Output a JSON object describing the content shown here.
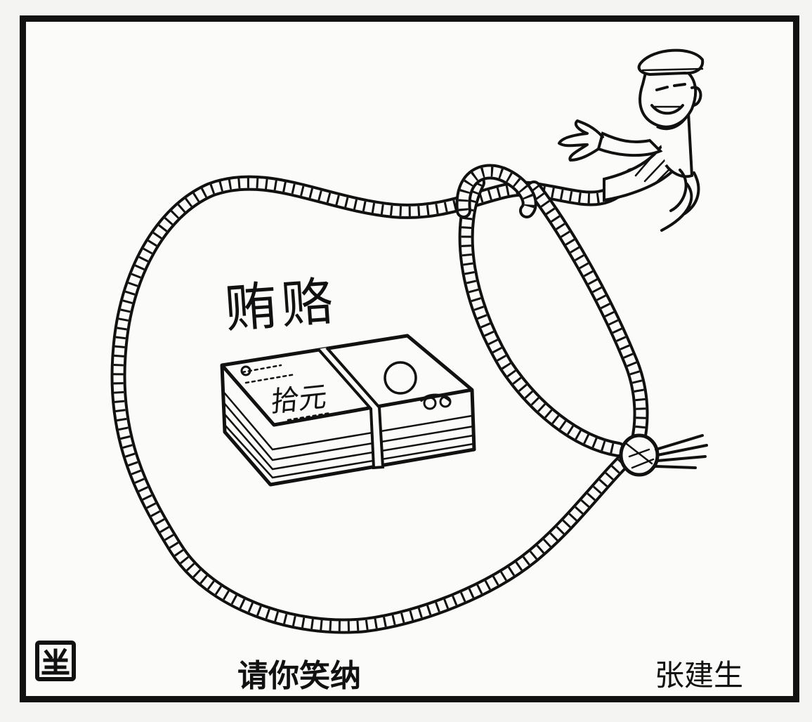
{
  "cartoon": {
    "label_bribe": "贿赂",
    "banknote_face": "拾元",
    "caption": "请你笑纳",
    "author": "张建生",
    "seal_text": "生"
  },
  "colors": {
    "ink": "#111111",
    "paper": "#fbfbf9"
  }
}
